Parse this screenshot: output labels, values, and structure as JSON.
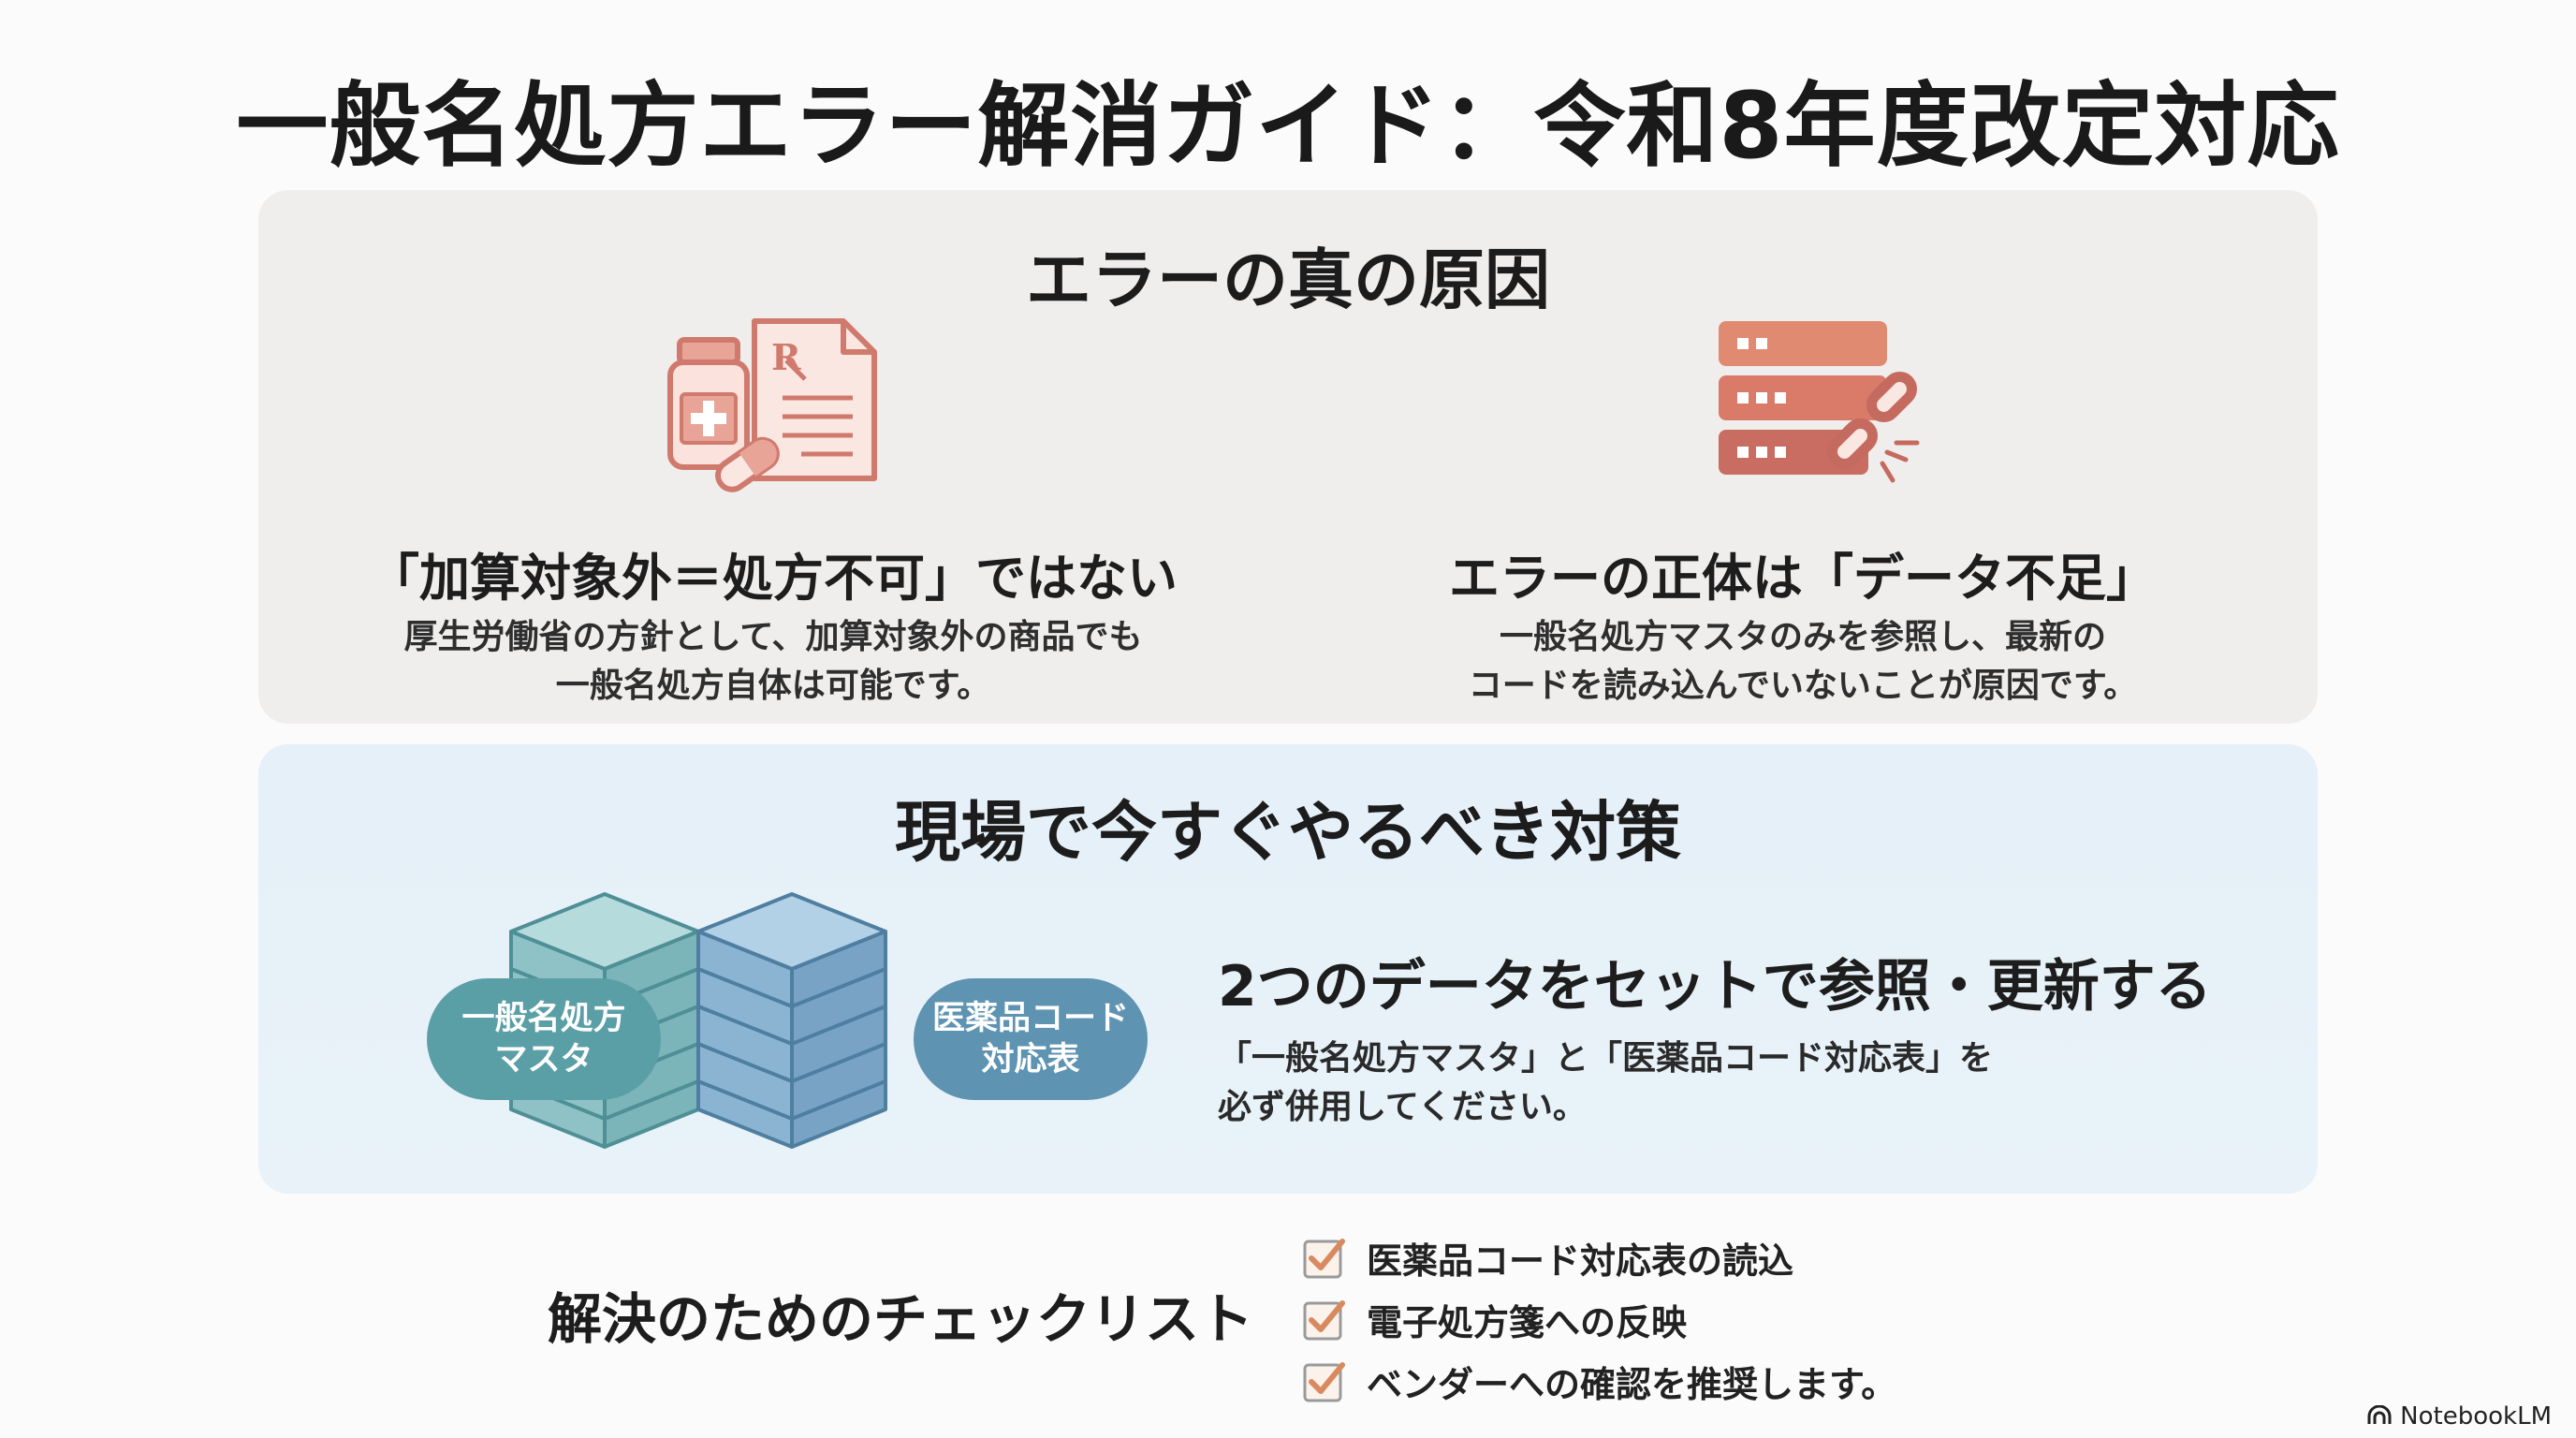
{
  "title": "一般名処方エラー解消ガイド：令和8年度改定対応",
  "cause_section": {
    "title": "エラーの真の原因",
    "left": {
      "icon": "prescription-medicine-icon",
      "heading": "「加算対象外＝処方不可」ではない",
      "body_lines": [
        "厚生労働省の方針として、加算対象外の商品でも",
        "一般名処方自体は可能です。"
      ]
    },
    "right": {
      "icon": "broken-link-server-icon",
      "heading": "エラーの正体は「データ不足」",
      "body_lines": [
        "一般名処方マスタのみを参照し、最新の",
        "コードを読み込んでいないことが原因です。"
      ]
    }
  },
  "action_section": {
    "title": "現場で今すぐやるべき対策",
    "db_left_label": [
      "一般名処方",
      "マスタ"
    ],
    "db_right_label": [
      "医薬品コード",
      "対応表"
    ],
    "heading": "2つのデータをセットで参照・更新する",
    "body_lines": [
      "「一般名処方マスタ」と「医薬品コード対応表」を",
      "必ず併用してください。"
    ]
  },
  "checklist": {
    "title": "解決のためのチェックリスト",
    "items": [
      "医薬品コード対応表の読込",
      "電子処方箋への反映",
      "ベンダーへの確認を推奨します。"
    ]
  },
  "brand": "NotebookLM",
  "colors": {
    "accent_red": "#d07a6e",
    "teal": "#5b9fa6",
    "blue": "#5e93b2",
    "check_orange": "#d9895e"
  }
}
